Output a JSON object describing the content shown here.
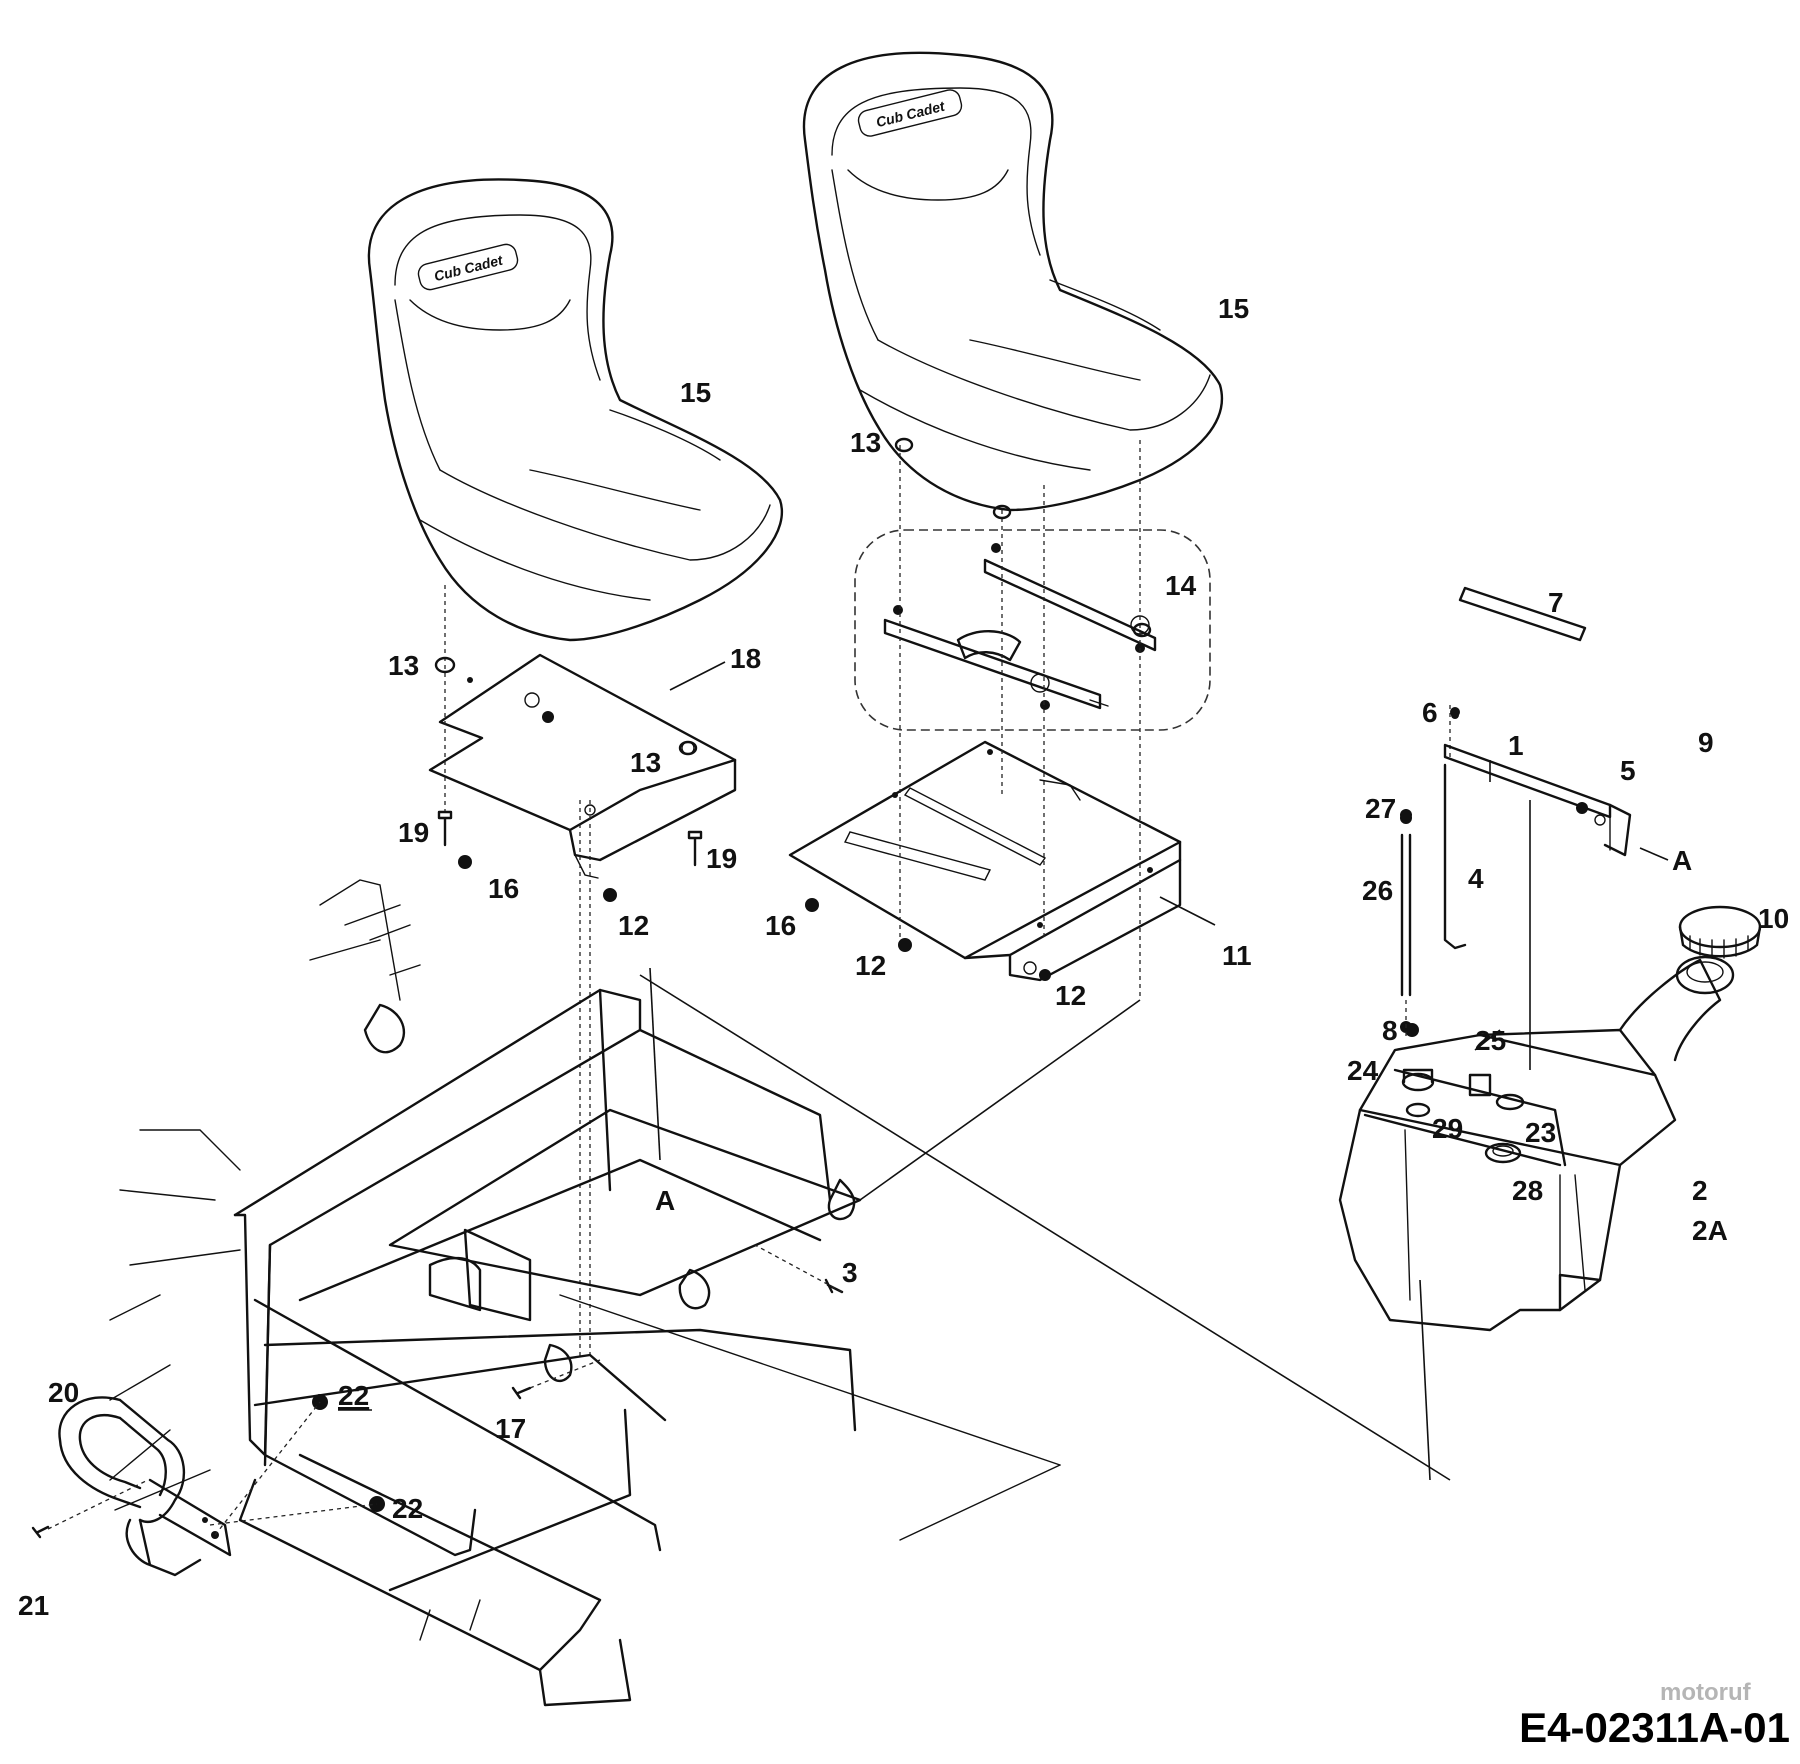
{
  "diagram": {
    "document_number": "E4-02311A-01",
    "watermark": "motoruf",
    "seat_logo_text": "Cub Cadet",
    "callouts": [
      {
        "id": "c15a",
        "text": "15"
      },
      {
        "id": "c15b",
        "text": "15"
      },
      {
        "id": "c13a",
        "text": "13"
      },
      {
        "id": "c13b",
        "text": "13"
      },
      {
        "id": "c13c",
        "text": "13"
      },
      {
        "id": "c18",
        "text": "18"
      },
      {
        "id": "c14",
        "text": "14"
      },
      {
        "id": "c19a",
        "text": "19"
      },
      {
        "id": "c19b",
        "text": "19"
      },
      {
        "id": "c16a",
        "text": "16"
      },
      {
        "id": "c16b",
        "text": "16"
      },
      {
        "id": "c12a",
        "text": "12"
      },
      {
        "id": "c12b",
        "text": "12"
      },
      {
        "id": "c12c",
        "text": "12"
      },
      {
        "id": "c11",
        "text": "11"
      },
      {
        "id": "c7",
        "text": "7"
      },
      {
        "id": "c6",
        "text": "6"
      },
      {
        "id": "c1",
        "text": "1"
      },
      {
        "id": "c9",
        "text": "9"
      },
      {
        "id": "c5",
        "text": "5"
      },
      {
        "id": "cA1",
        "text": "A"
      },
      {
        "id": "c27",
        "text": "27"
      },
      {
        "id": "c26",
        "text": "26"
      },
      {
        "id": "c4",
        "text": "4"
      },
      {
        "id": "c10",
        "text": "10"
      },
      {
        "id": "c8",
        "text": "8"
      },
      {
        "id": "c25",
        "text": "25"
      },
      {
        "id": "c24",
        "text": "24"
      },
      {
        "id": "c29",
        "text": "29"
      },
      {
        "id": "c23",
        "text": "23"
      },
      {
        "id": "c28",
        "text": "28"
      },
      {
        "id": "c2",
        "text": "2"
      },
      {
        "id": "c2A",
        "text": "2A"
      },
      {
        "id": "cA2",
        "text": "A"
      },
      {
        "id": "c3",
        "text": "3"
      },
      {
        "id": "c20",
        "text": "20"
      },
      {
        "id": "c22a",
        "text": "22"
      },
      {
        "id": "c22b",
        "text": "22"
      },
      {
        "id": "c17",
        "text": "17"
      },
      {
        "id": "c21",
        "text": "21"
      }
    ]
  }
}
